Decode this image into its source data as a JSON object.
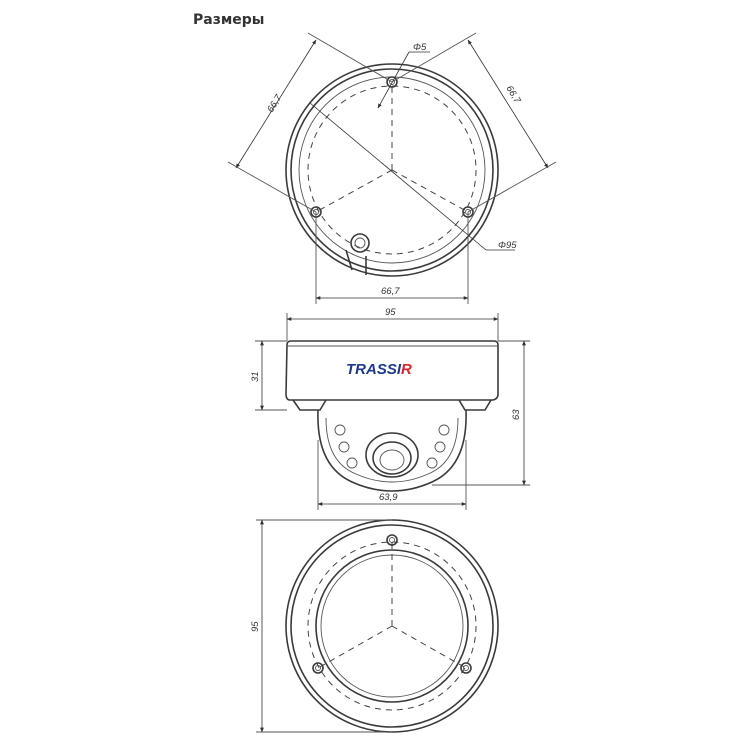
{
  "heading": "Размеры",
  "top_view": {
    "dim_hole_diameter": "Φ5",
    "dim_bolt_spacing_left": "66,7",
    "dim_bolt_spacing_right": "66,7",
    "dim_bolt_spacing_bottom": "66,7",
    "dim_outer_diameter": "Φ95"
  },
  "side_view": {
    "brand_logo": "TRASSIR",
    "dim_width": "95",
    "dim_base_height": "31",
    "dim_total_height": "63",
    "dim_dome_width": "63,9"
  },
  "bottom_view": {
    "dim_diameter": "95"
  },
  "colors": {
    "logo_blue": "#1d3a8a",
    "logo_red": "#d6262b",
    "line": "#3a3a3a"
  }
}
